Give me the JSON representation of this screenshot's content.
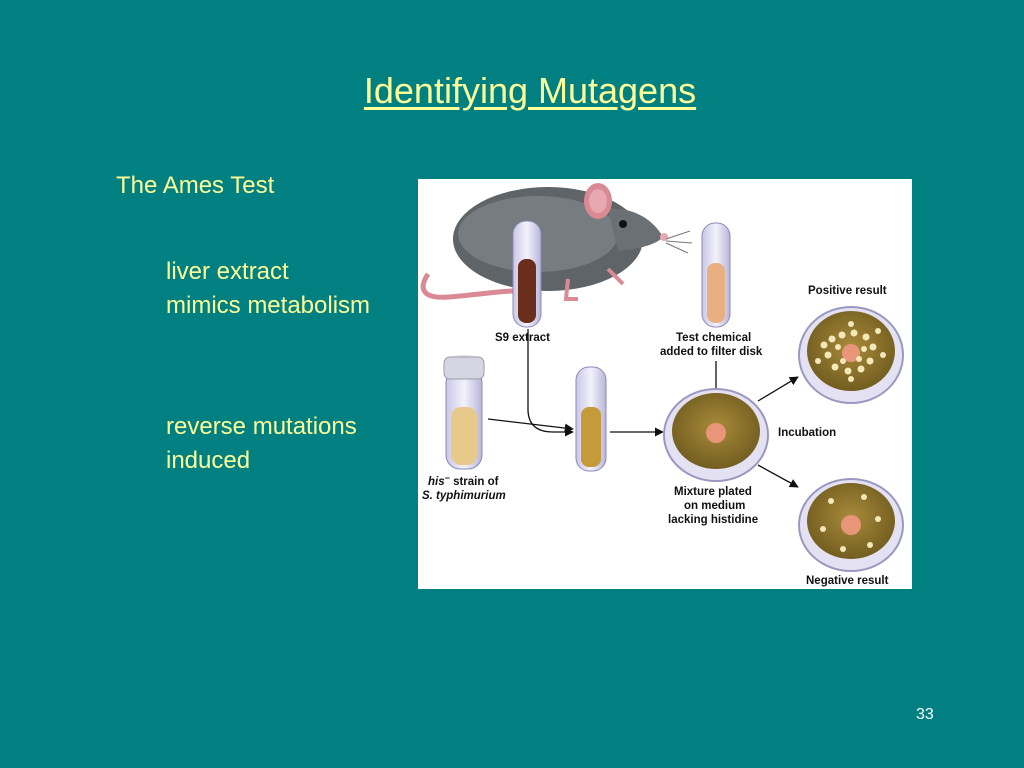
{
  "slide": {
    "title": "Identifying Mutagens",
    "subtitle": "The Ames Test",
    "bullet1": [
      "liver extract",
      "mimics metabolism"
    ],
    "bullet2": [
      "reverse mutations",
      "induced"
    ],
    "page_number": "33"
  },
  "figure": {
    "s9_label": "S9 extract",
    "test_chem": [
      "Test chemical",
      "added to filter disk"
    ],
    "positive": "Positive result",
    "incubation": "Incubation",
    "negative": "Negative result",
    "mixture": [
      "Mixture plated",
      "on medium",
      "lacking histidine"
    ],
    "strain_line1_italic": "his",
    "strain_line1_sup": "−",
    "strain_line1_rest": " strain of",
    "strain_line2": "S. typhimurium"
  }
}
